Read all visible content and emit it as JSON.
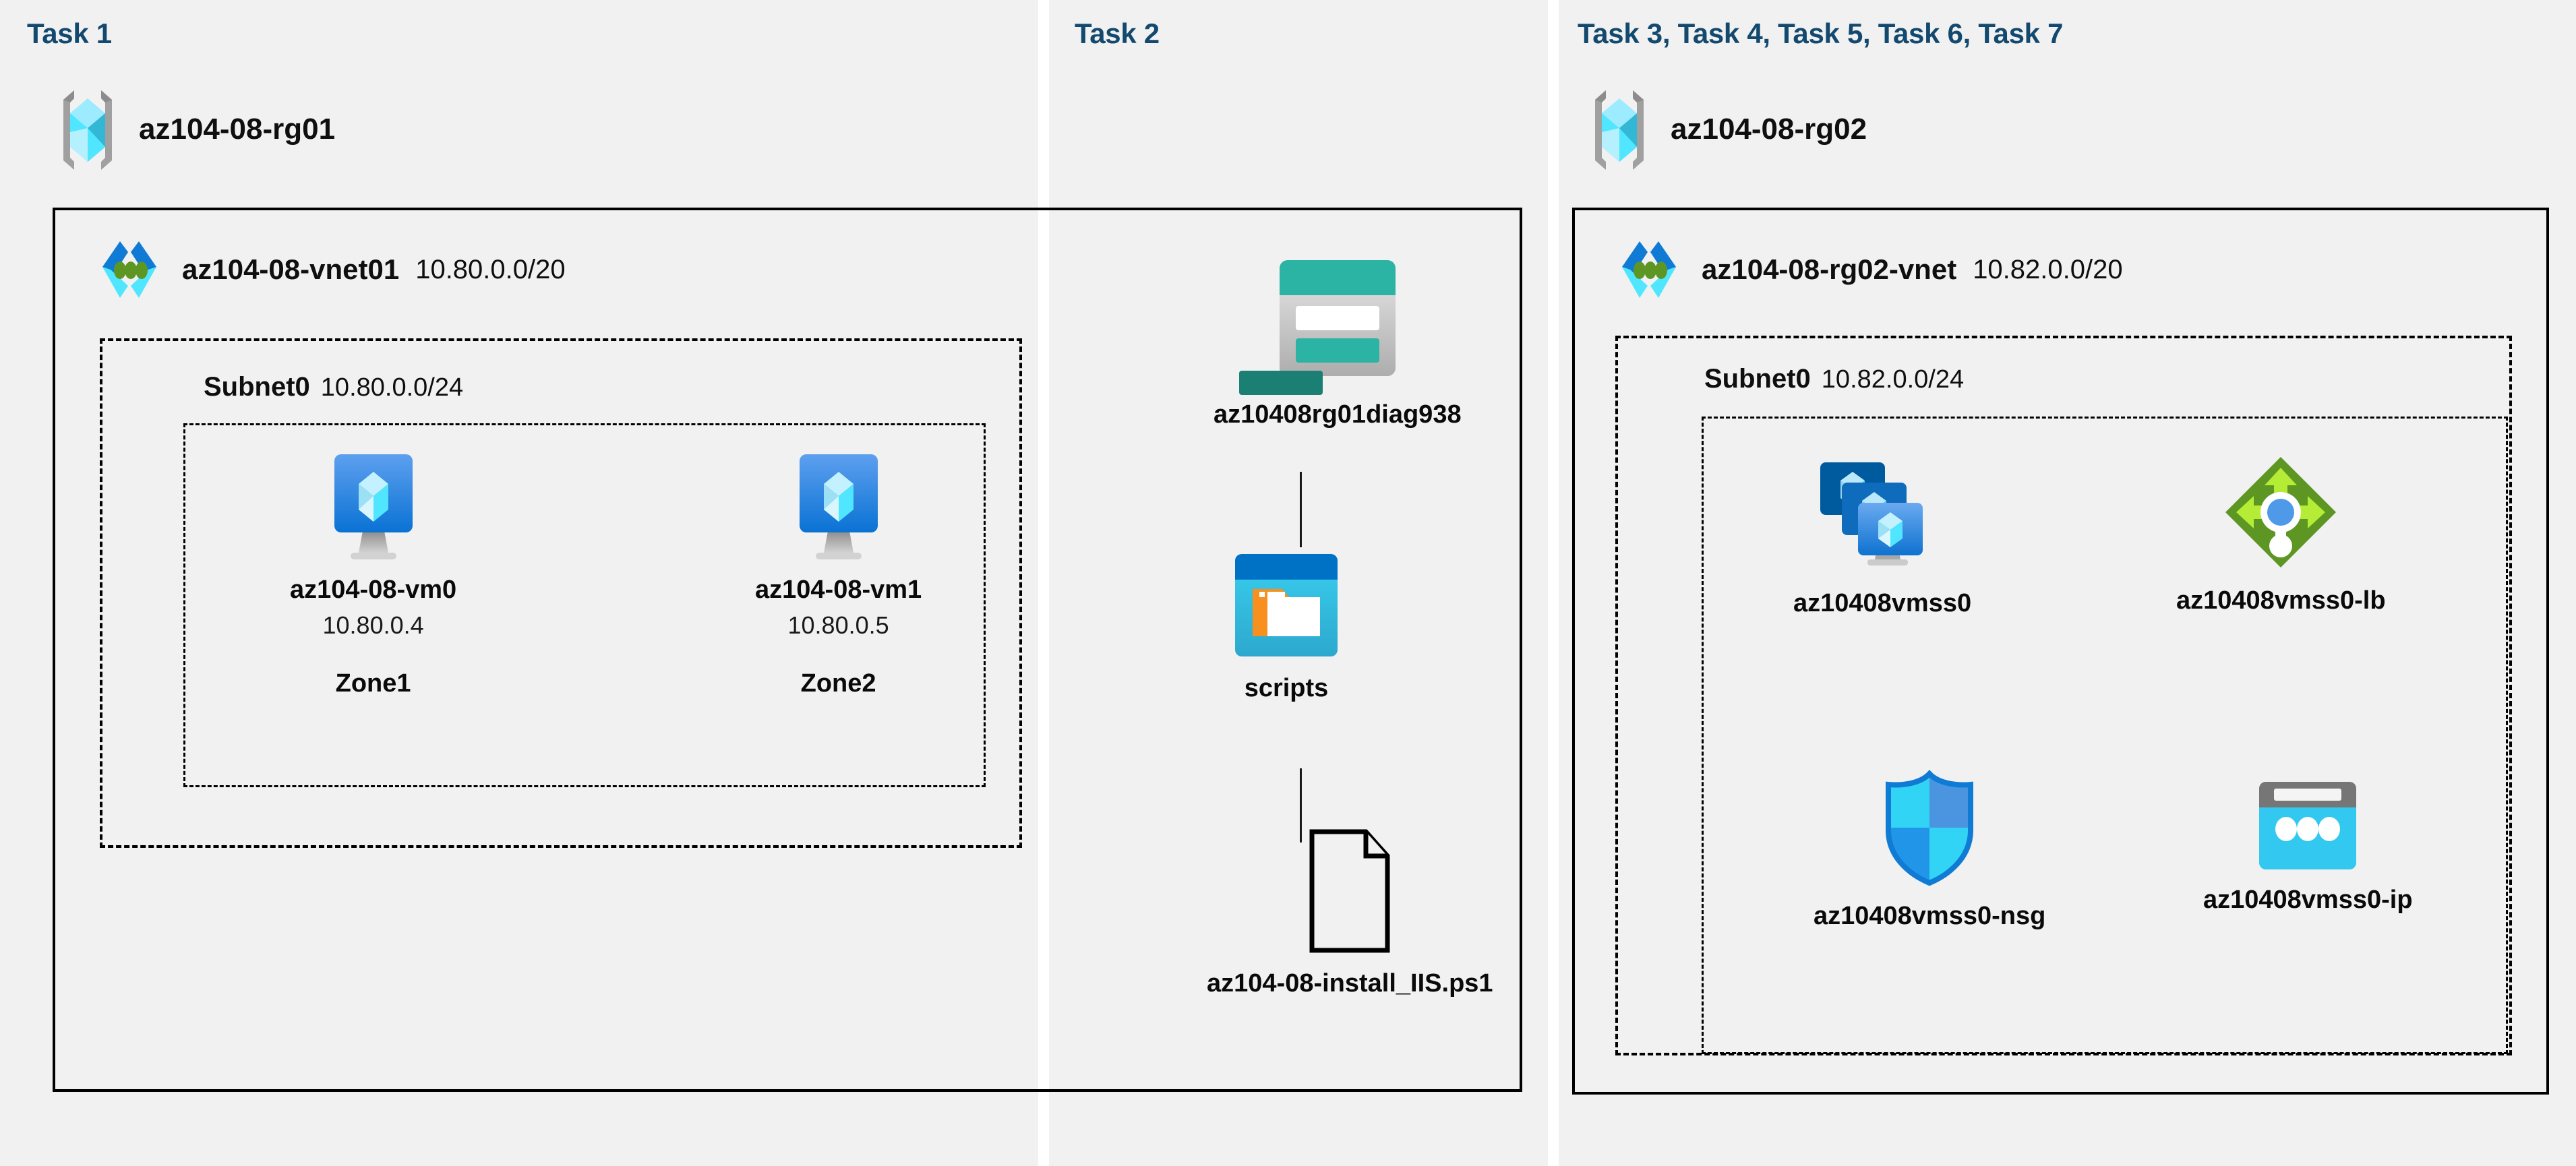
{
  "tasks": {
    "task1_heading": "Task 1",
    "task2_heading": "Task 2",
    "task3_heading": "Task 3, Task 4, Task 5, Task 6, Task 7"
  },
  "colors": {
    "task_heading": "#13496f",
    "panel_bg": "#f1f1f1",
    "page_bg": "#ffffff",
    "border": "#000000",
    "rg_cube": "#50e6ff",
    "vnet_chevron": "#0078d4",
    "vnet_dots": "#5e9624",
    "vm_screen": "#0078d4",
    "storage_teal": "#2bb3a3",
    "blob_blue": "#0072c6",
    "blob_body": "#32c8f0",
    "blob_tag": "#f7901e",
    "lb_green": "#5e9624",
    "lb_arrow": "#b4ec36",
    "lb_dot": "#4f9ae8",
    "nsg_cyan": "#32d4f5",
    "nsg_blue": "#3b87d8",
    "ip_gray": "#767676",
    "ip_cyan": "#32c8f0"
  },
  "task1": {
    "resource_group": {
      "name": "az104-08-rg01",
      "icon": "resource-group-icon"
    },
    "vnet": {
      "name": "az104-08-vnet01",
      "cidr": "10.80.0.0/20",
      "icon": "vnet-icon"
    },
    "subnet": {
      "name": "Subnet0",
      "cidr": "10.80.0.0/24"
    },
    "vms": [
      {
        "name": "az104-08-vm0",
        "ip": "10.80.0.4",
        "zone": "Zone1",
        "icon": "virtual-machine-icon"
      },
      {
        "name": "az104-08-vm1",
        "ip": "10.80.0.5",
        "zone": "Zone2",
        "icon": "virtual-machine-icon"
      }
    ]
  },
  "task2": {
    "storage_account": {
      "name": "az10408rg01diag938",
      "icon": "storage-account-icon"
    },
    "container": {
      "name": "scripts",
      "icon": "blob-container-icon"
    },
    "file": {
      "name": "az104-08-install_IIS.ps1",
      "icon": "file-icon"
    }
  },
  "task3": {
    "resource_group": {
      "name": "az104-08-rg02",
      "icon": "resource-group-icon"
    },
    "vnet": {
      "name": "az104-08-rg02-vnet",
      "cidr": "10.82.0.0/20",
      "icon": "vnet-icon"
    },
    "subnet": {
      "name": "Subnet0",
      "cidr": "10.82.0.0/24"
    },
    "resources": [
      {
        "name": "az10408vmss0",
        "icon": "vm-scale-set-icon"
      },
      {
        "name": "az10408vmss0-lb",
        "icon": "load-balancer-icon"
      },
      {
        "name": "az10408vmss0-nsg",
        "icon": "network-security-group-icon"
      },
      {
        "name": "az10408vmss0-ip",
        "icon": "public-ip-address-icon"
      }
    ]
  }
}
